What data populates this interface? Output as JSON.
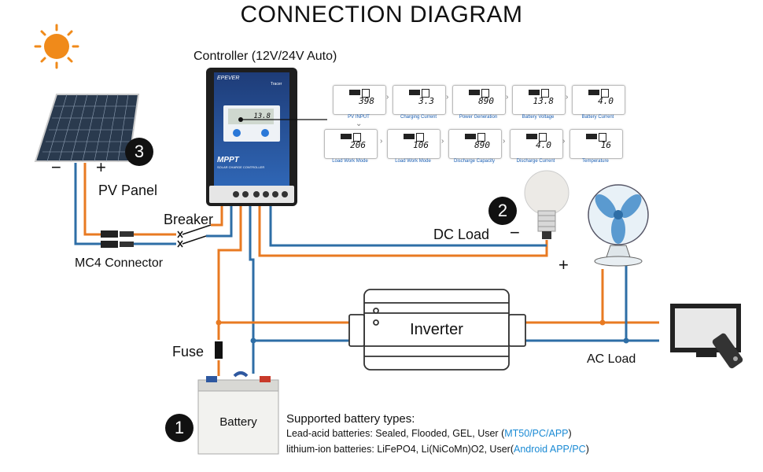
{
  "title": "CONNECTION DIAGRAM",
  "labels": {
    "controller": "Controller (12V/24V Auto)",
    "pv_panel": "PV Panel",
    "breaker": "Breaker",
    "mc4": "MC4 Connector",
    "dc_load": "DC Load",
    "inverter": "Inverter",
    "ac_load": "AC Load",
    "fuse": "Fuse",
    "battery": "Battery",
    "pv_minus": "−",
    "pv_plus": "+",
    "dc_minus": "−",
    "dc_plus": "+"
  },
  "numbers": [
    "1",
    "2",
    "3"
  ],
  "controller_face": {
    "brand": "EPEVER",
    "model": "Tracer",
    "display_value": "13.8",
    "mppt": "MPPT",
    "subtitle": "SOLAR CHARGE CONTROLLER"
  },
  "screens": [
    {
      "value": "398",
      "caption": "PV INPUT"
    },
    {
      "value": "3.3",
      "caption": "Charging Current"
    },
    {
      "value": "890",
      "caption": "Power Generation"
    },
    {
      "value": "13.8",
      "caption": "Battery Voltage"
    },
    {
      "value": "4.0",
      "caption": "Battery Current"
    },
    {
      "value": "206",
      "caption": "Load Work Mode"
    },
    {
      "value": "106",
      "caption": "Load Work Mode"
    },
    {
      "value": "890",
      "caption": "Discharge Capacity"
    },
    {
      "value": "4.0",
      "caption": "Discharge Current"
    },
    {
      "value": "16",
      "caption": "Temperature"
    }
  ],
  "battery_types": {
    "title": "Supported battery types:",
    "lead_acid_prefix": "Lead-acid batteries: Sealed, Flooded, GEL, User (",
    "lead_acid_link": "MT50/PC/APP",
    "lead_acid_suffix": ")",
    "lithium_prefix": "lithium-ion batteries: LiFePO4, Li(NiCoMn)O2, User(",
    "lithium_link": "Android APP/PC",
    "lithium_suffix": ")"
  },
  "colors": {
    "positive_wire": "#e87a22",
    "negative_wire": "#2e6ea6",
    "accent_link": "#1a8ad4"
  }
}
